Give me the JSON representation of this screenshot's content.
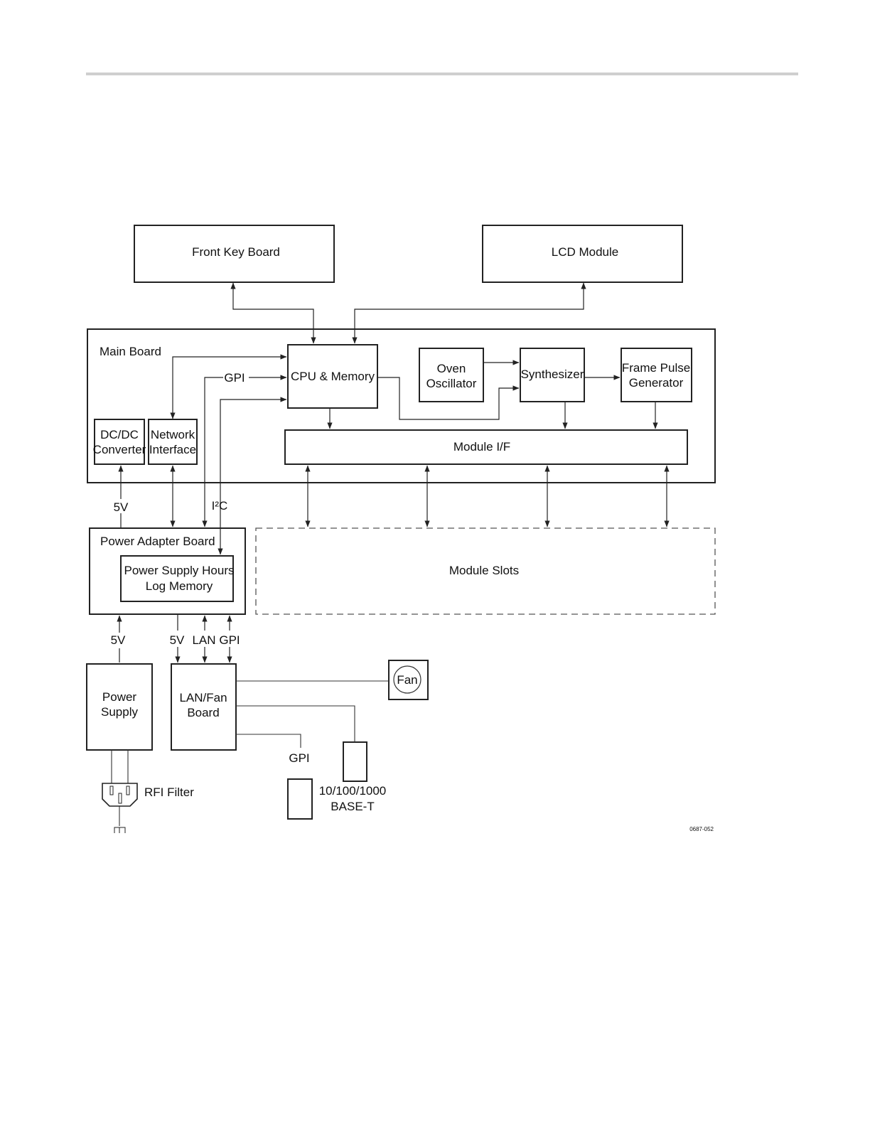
{
  "blocks": {
    "front_key_board": "Front Key Board",
    "lcd_module": "LCD Module",
    "main_board": "Main Board",
    "cpu_memory": "CPU & Memory",
    "oven_oscillator": [
      "Oven",
      "Oscillator"
    ],
    "synthesizer": "Synthesizer",
    "frame_pulse_generator": [
      "Frame Pulse",
      "Generator"
    ],
    "dc_dc_converter": [
      "DC/DC",
      "Converter"
    ],
    "network_interface": [
      "Network",
      "Interface"
    ],
    "module_if": "Module I/F",
    "power_adapter_board": "Power Adapter Board",
    "power_supply_hours_log_memory": [
      "Power Supply Hours",
      "Log Memory"
    ],
    "module_slots": "Module Slots",
    "power_supply": [
      "Power",
      "Supply"
    ],
    "lan_fan_board": [
      "LAN/Fan",
      "Board"
    ],
    "fan": "Fan",
    "rfi_filter": "RFI Filter",
    "base_t": [
      "10/100/1000",
      "BASE-T"
    ]
  },
  "signals": {
    "gpi_main": "GPI",
    "i2c": "I²C",
    "v5_dcdc": "5V",
    "v5_psu": "5V",
    "v5_lan": "5V",
    "lan": "LAN",
    "gpi_adapter": "GPI",
    "gpi_connector": "GPI"
  },
  "figure_id": "0687-052",
  "colors": {
    "line": "#222222",
    "dashed": "#555555",
    "rule": "#cfcfcf"
  }
}
